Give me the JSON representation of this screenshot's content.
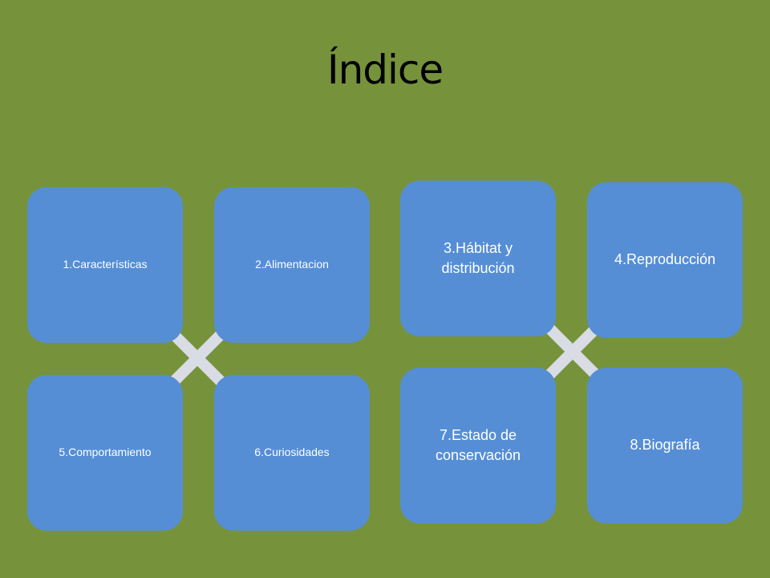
{
  "title": "Índice",
  "colors": {
    "background": "#76933c",
    "box": "#558ed5",
    "cross": "#d9dce4",
    "text": "#ffffff"
  },
  "groups": [
    {
      "connector_icon": "cross-icon",
      "items": [
        {
          "label": "1.Características"
        },
        {
          "label": "2.Alimentacion"
        },
        {
          "label": "5.Comportamiento"
        },
        {
          "label": "6.Curiosidades"
        }
      ]
    },
    {
      "connector_icon": "cross-icon",
      "items": [
        {
          "label": "3.Hábitat y distribución"
        },
        {
          "label": "4.Reproducción"
        },
        {
          "label": "7.Estado de conservación"
        },
        {
          "label": "8.Biografía"
        }
      ]
    }
  ]
}
